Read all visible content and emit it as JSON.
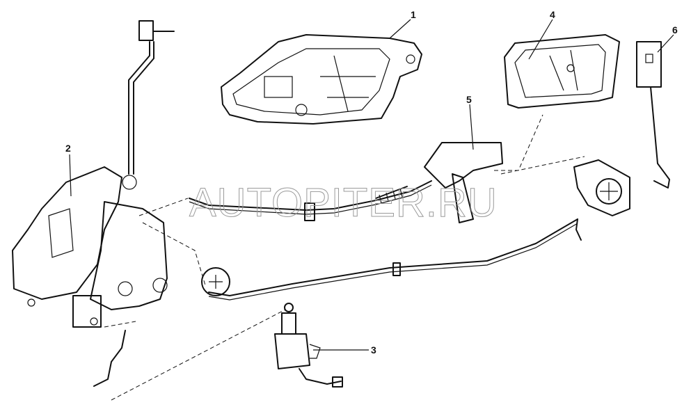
{
  "diagram": {
    "callouts": [
      {
        "id": "1",
        "label": "1"
      },
      {
        "id": "2",
        "label": "2"
      },
      {
        "id": "3",
        "label": "3"
      },
      {
        "id": "4",
        "label": "4"
      },
      {
        "id": "5",
        "label": "5"
      },
      {
        "id": "6",
        "label": "6"
      }
    ],
    "watermark": "AUTOPITER.RU"
  }
}
